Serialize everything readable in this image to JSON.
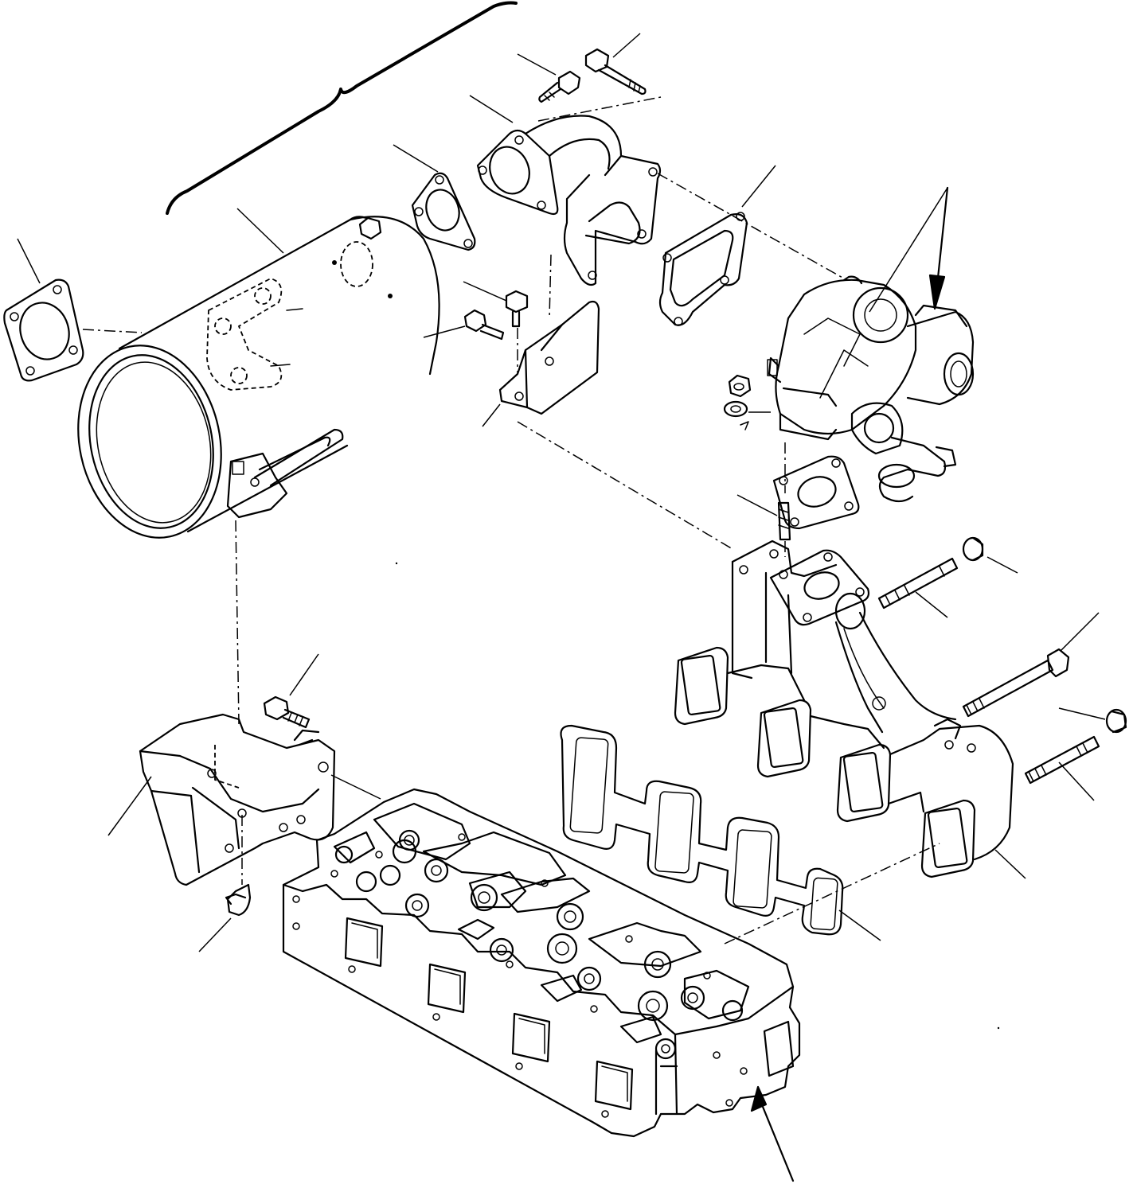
{
  "diagram": {
    "type": "exploded-parts-view",
    "parts": [
      {
        "name": "muffler",
        "icon": "muffler-icon"
      },
      {
        "name": "muffler-flange-gasket",
        "icon": "gasket-icon"
      },
      {
        "name": "exhaust-elbow",
        "icon": "elbow-pipe-icon"
      },
      {
        "name": "elbow-gasket",
        "icon": "gasket-icon"
      },
      {
        "name": "turbocharger",
        "icon": "turbocharger-icon"
      },
      {
        "name": "turbo-gasket",
        "icon": "gasket-icon"
      },
      {
        "name": "exhaust-manifold",
        "icon": "manifold-icon"
      },
      {
        "name": "manifold-gasket",
        "icon": "gasket-icon"
      },
      {
        "name": "cylinder-head",
        "icon": "cylinder-head-icon"
      },
      {
        "name": "muffler-bracket",
        "icon": "bracket-icon"
      },
      {
        "name": "support-bracket",
        "icon": "bracket-icon"
      }
    ],
    "stroke_color": "#000000",
    "background": "#ffffff"
  }
}
